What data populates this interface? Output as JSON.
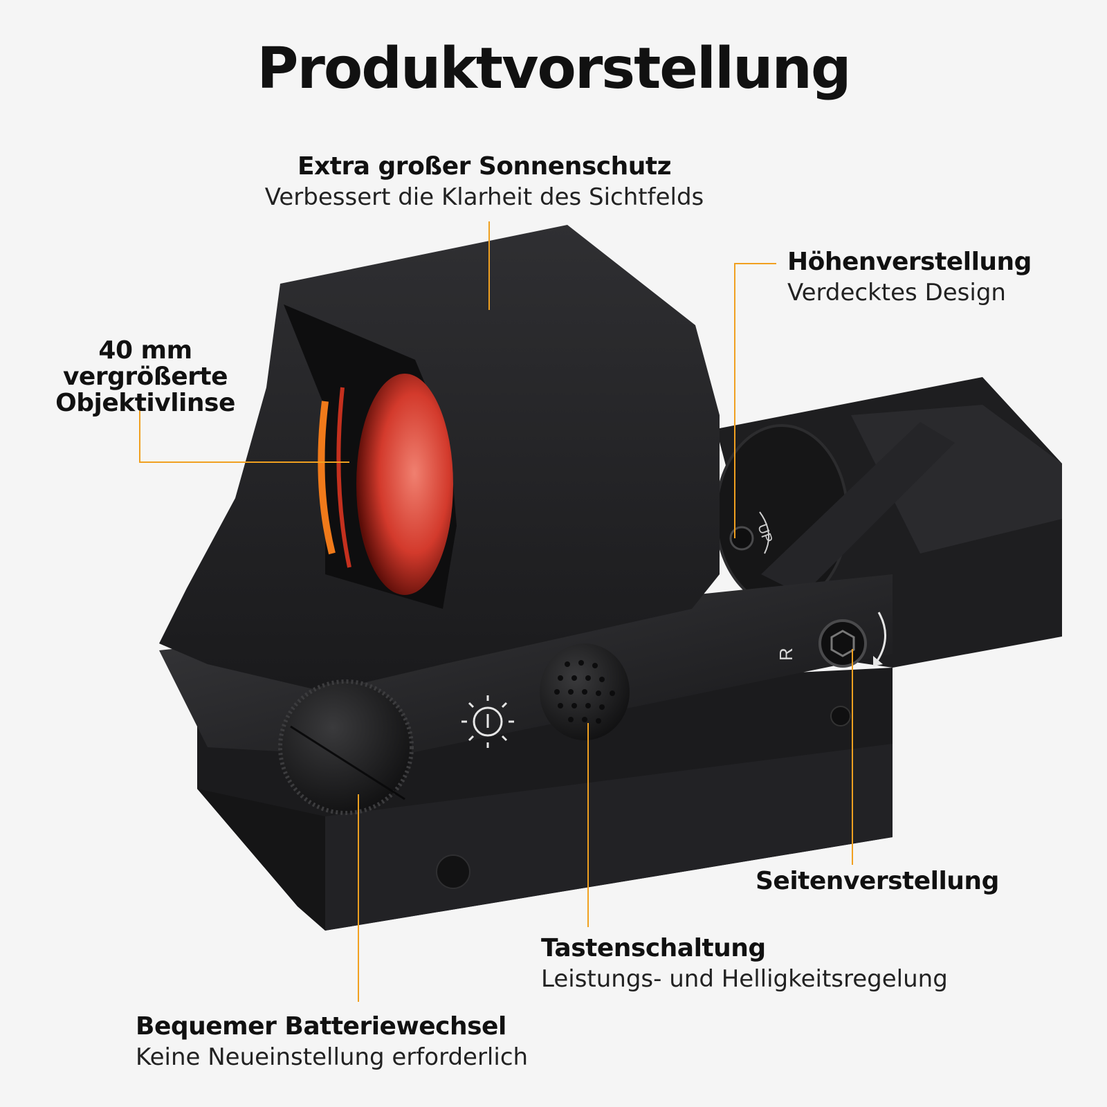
{
  "title": "Produktvorstellung",
  "labels": {
    "sunshade": {
      "heading": "Extra großer Sonnenschutz",
      "sub": "Verbessert die Klarheit des Sichtfelds"
    },
    "elevation": {
      "heading": "Höhenverstellung",
      "sub": "Verdecktes Design"
    },
    "objective": {
      "heading": "40 mm vergrößerte Objektivlinse"
    },
    "windage": {
      "heading": "Seitenverstellung"
    },
    "button": {
      "heading": "Tastenschaltung",
      "sub": "Leistungs- und Helligkeitsregelung"
    },
    "battery": {
      "heading": "Bequemer Batteriewechsel",
      "sub": "Keine Neueinstellung erforderlich"
    }
  },
  "product_marks": {
    "windage_letter": "R",
    "elevation_letters": "UP"
  },
  "colors": {
    "background": "#f5f5f5",
    "leader": "#f0a020",
    "body": "#1c1c1e",
    "lens": "#e84c3d"
  },
  "icons": [
    "brightness-icon",
    "hex-screw-icon",
    "rotate-arrow-icon"
  ]
}
